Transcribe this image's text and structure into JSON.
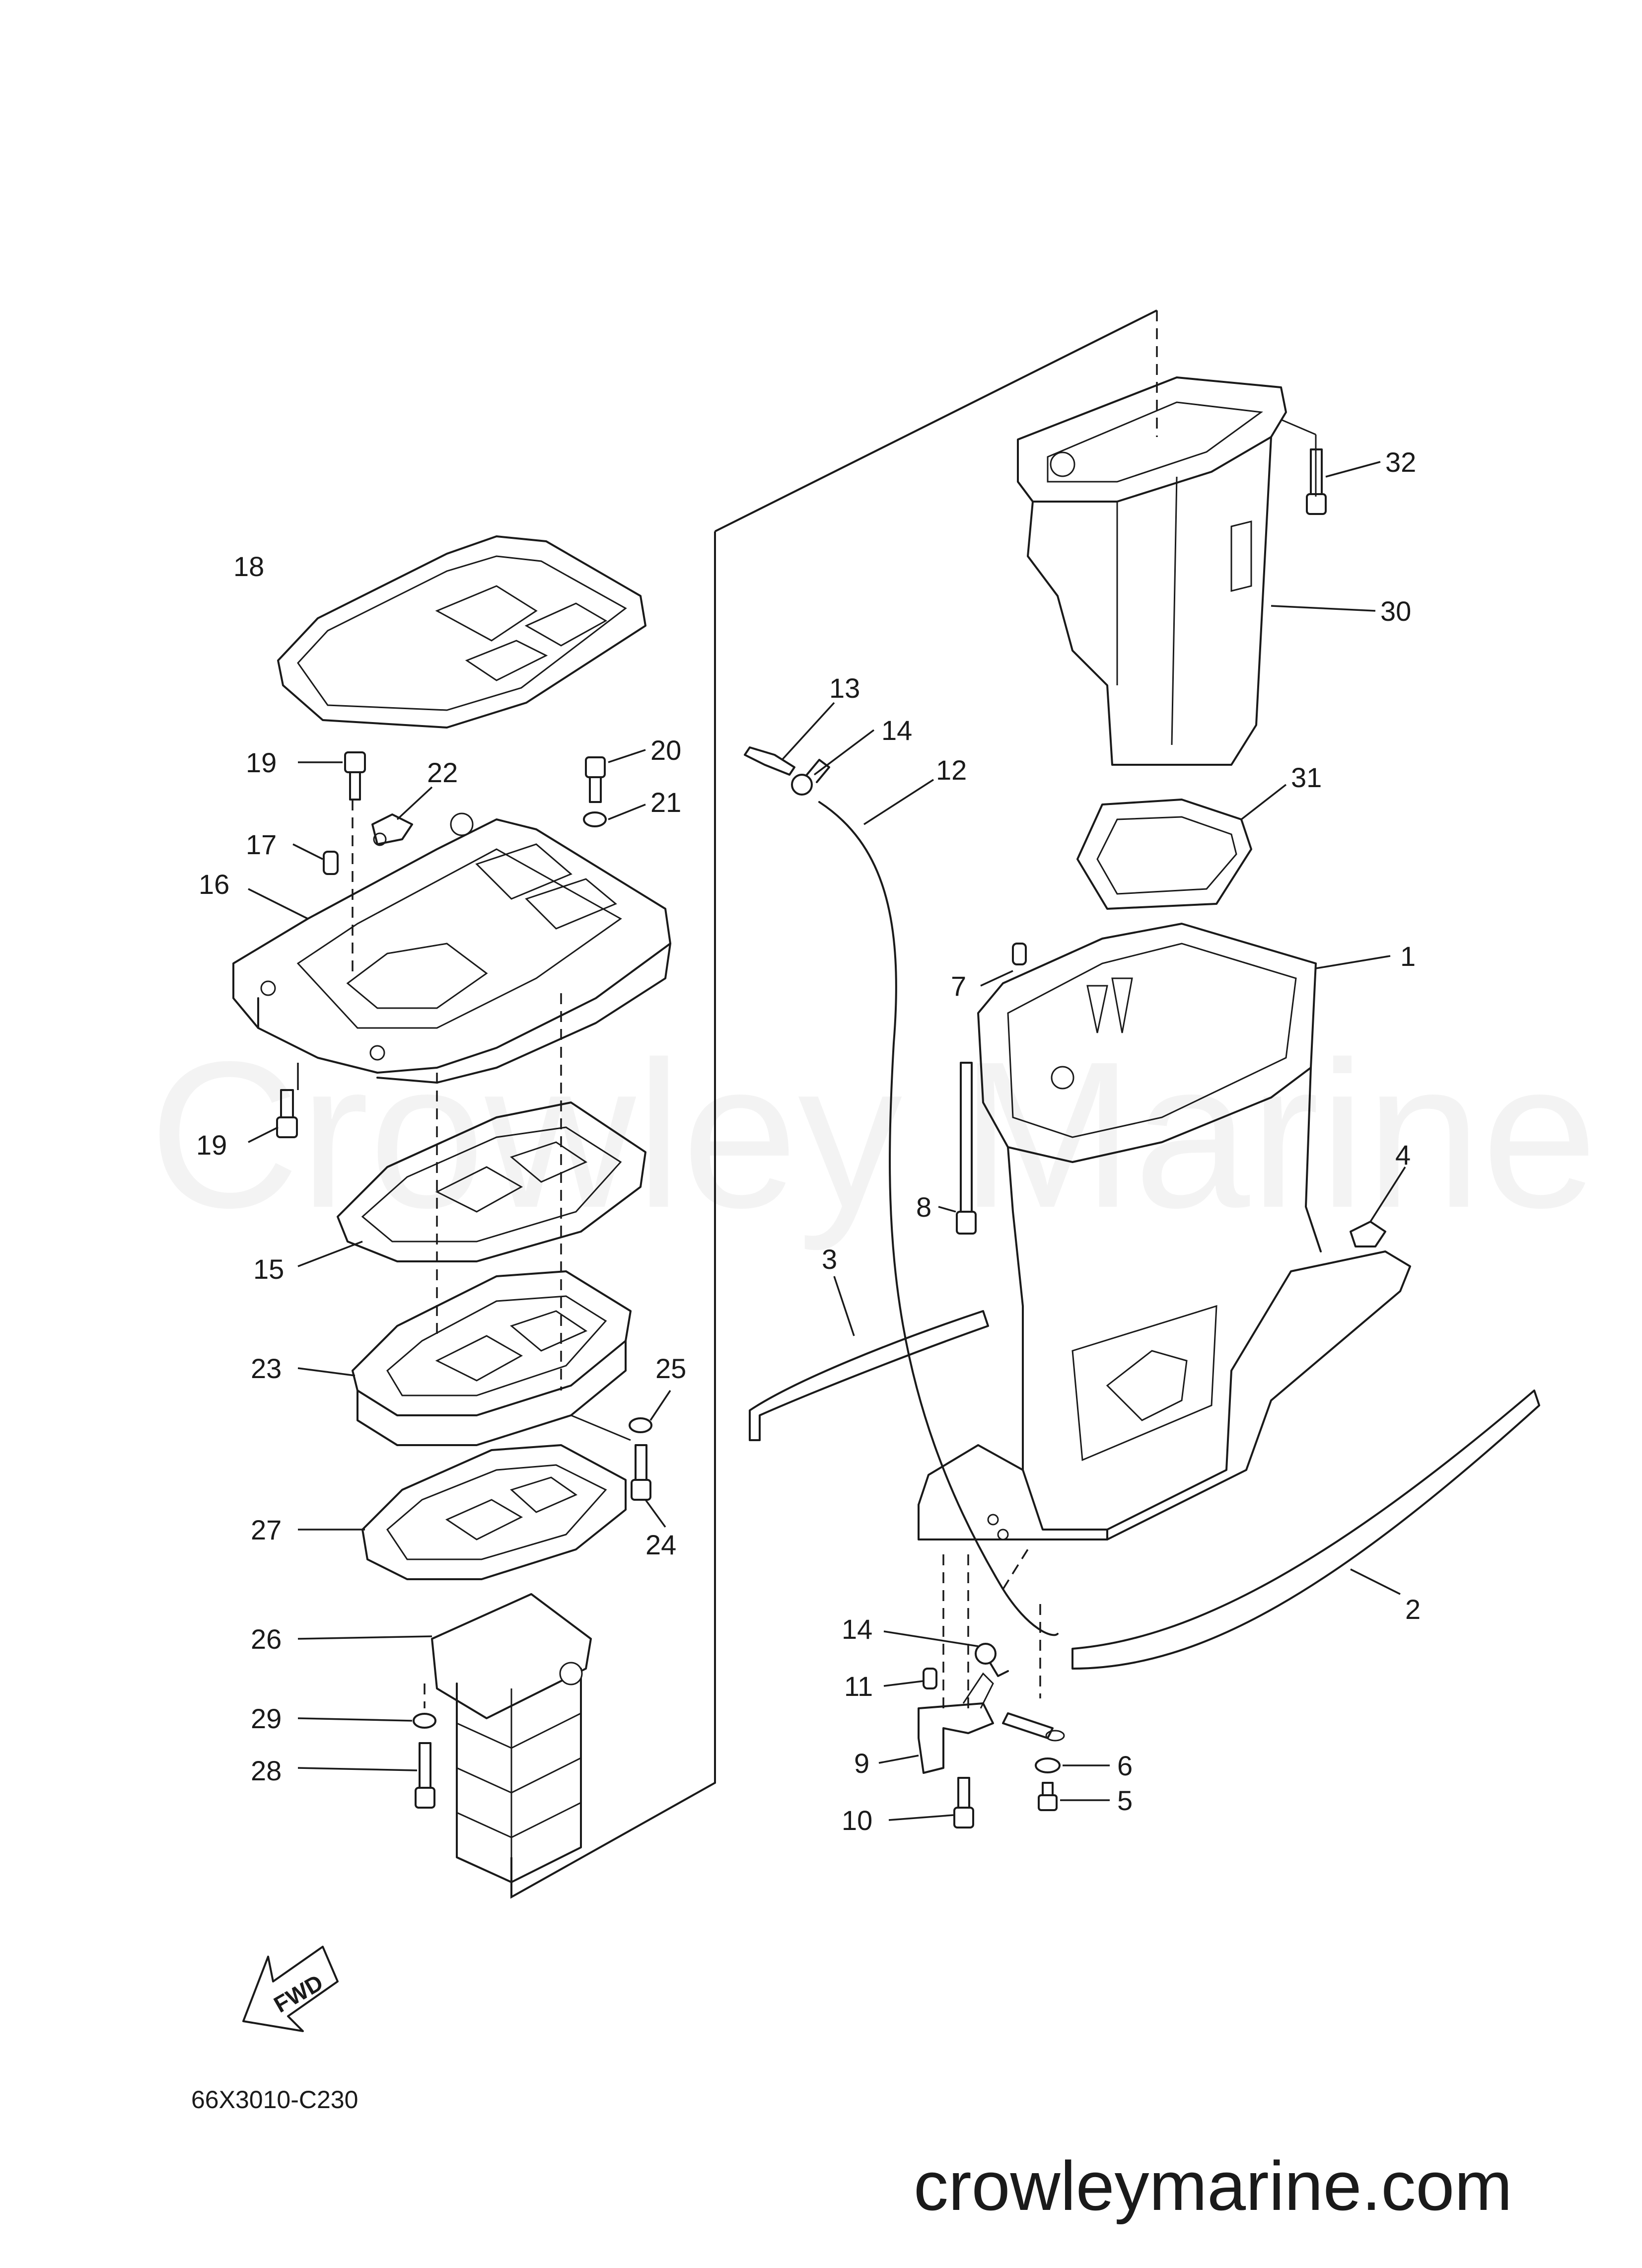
{
  "diagram": {
    "part_code": "66X3010-C230",
    "watermark": "Crowley Marine",
    "website": "crowleymarine.com",
    "fwd_label": "FWD",
    "callouts": [
      "1",
      "2",
      "3",
      "4",
      "5",
      "6",
      "7",
      "8",
      "9",
      "10",
      "11",
      "12",
      "13",
      "14",
      "15",
      "16",
      "17",
      "18",
      "19",
      "20",
      "21",
      "22",
      "23",
      "24",
      "25",
      "26",
      "27",
      "28",
      "29",
      "30",
      "31",
      "32"
    ]
  }
}
